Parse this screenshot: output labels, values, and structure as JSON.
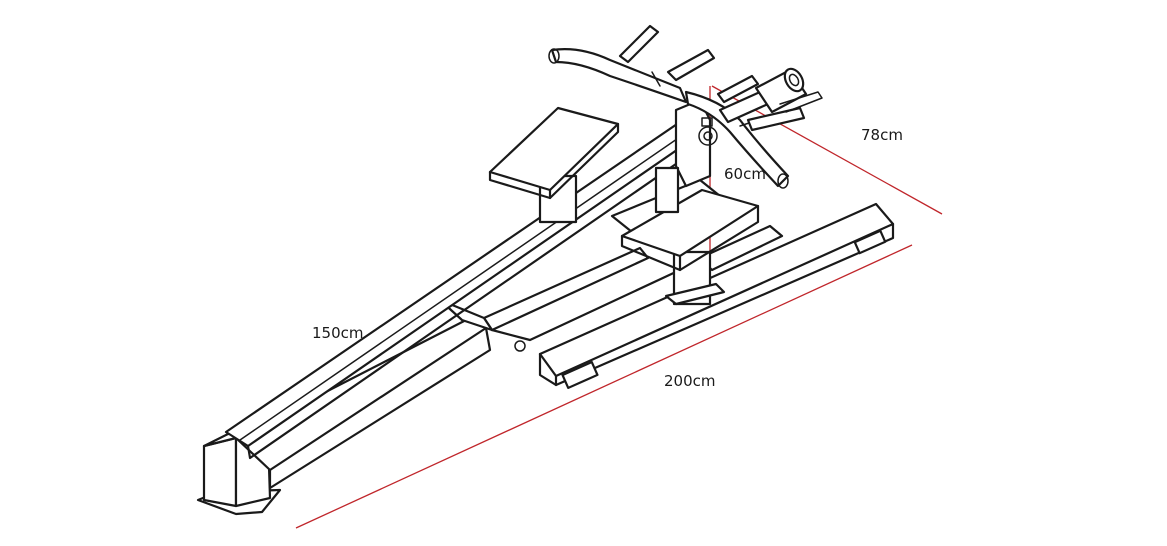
{
  "diagram": {
    "dimensions": {
      "length_total": "200cm",
      "length_arm": "150cm",
      "width": "78cm",
      "height": "60cm"
    },
    "colors": {
      "outline": "#1a1a1a",
      "dimension_line": "#c0262b"
    }
  }
}
